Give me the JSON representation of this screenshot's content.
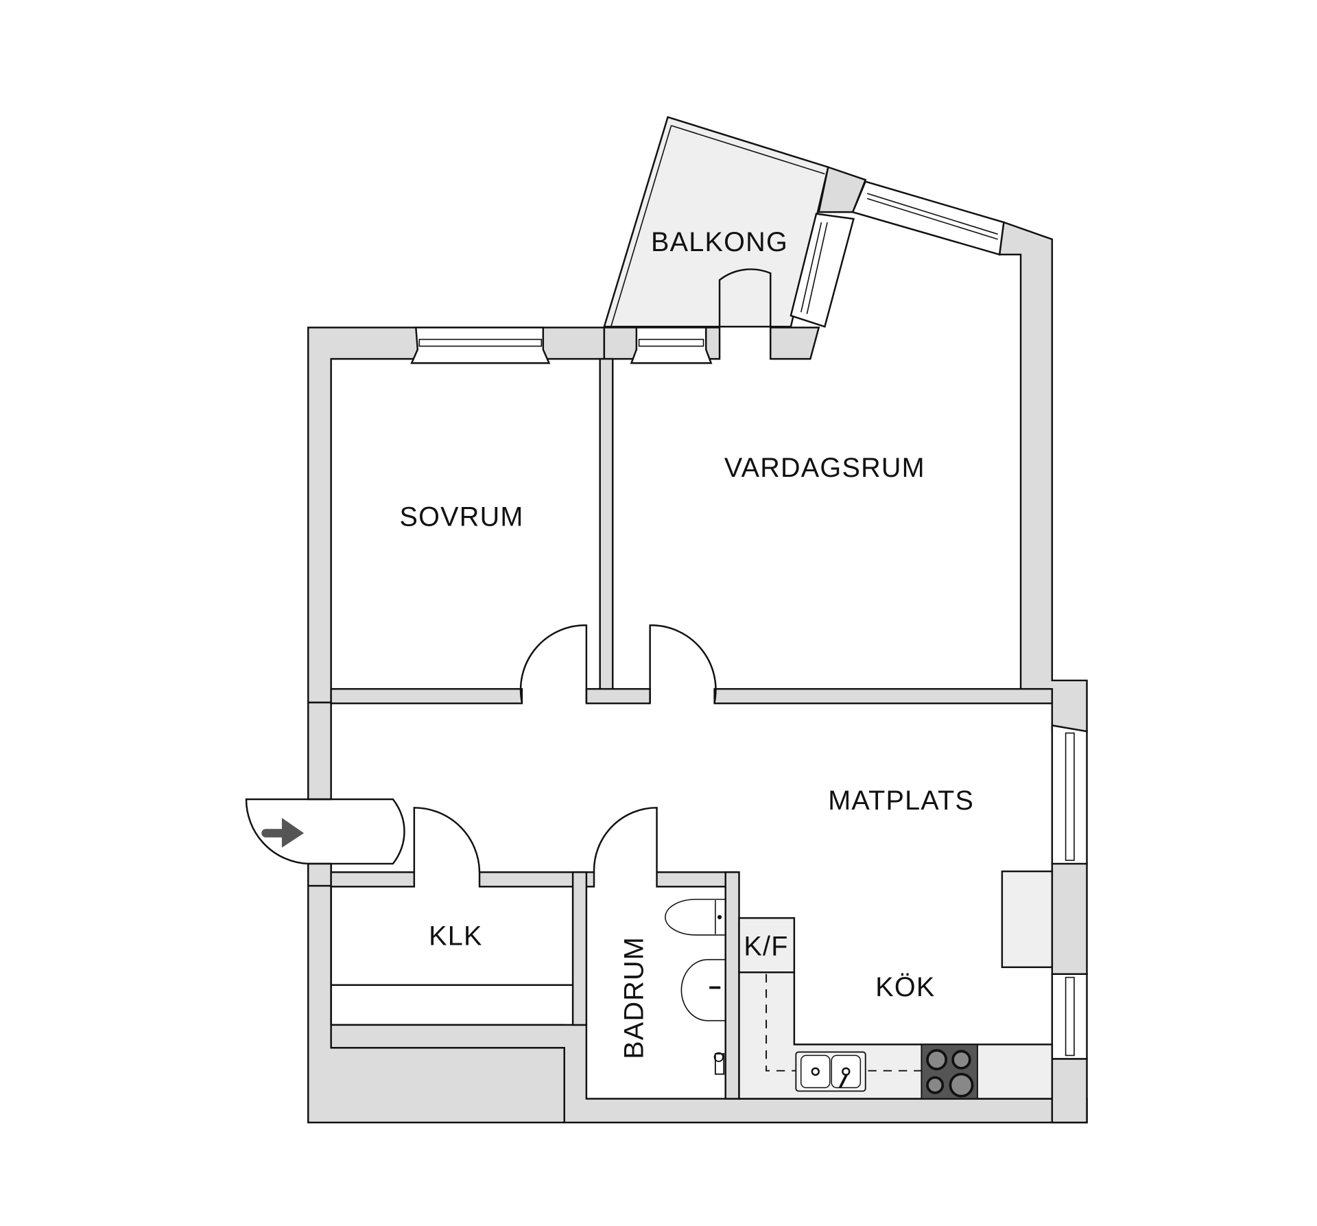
{
  "plan": {
    "type": "apartment floor plan",
    "colors": {
      "wall": "#dcdcdc",
      "balcony": "#efefef",
      "counter": "#efefef",
      "stove": "#555555",
      "burner": "#888888",
      "entry_arrow": "#555555",
      "line": "#111111"
    }
  },
  "rooms": {
    "balkong": "BALKONG",
    "vardagsrum": "VARDAGSRUM",
    "sovrum": "SOVRUM",
    "matplats": "MATPLATS",
    "klk": "KLK",
    "badrum": "BADRUM",
    "kf": "K/F",
    "kok": "KÖK"
  },
  "icons": {
    "entry": "entry-arrow-icon"
  }
}
